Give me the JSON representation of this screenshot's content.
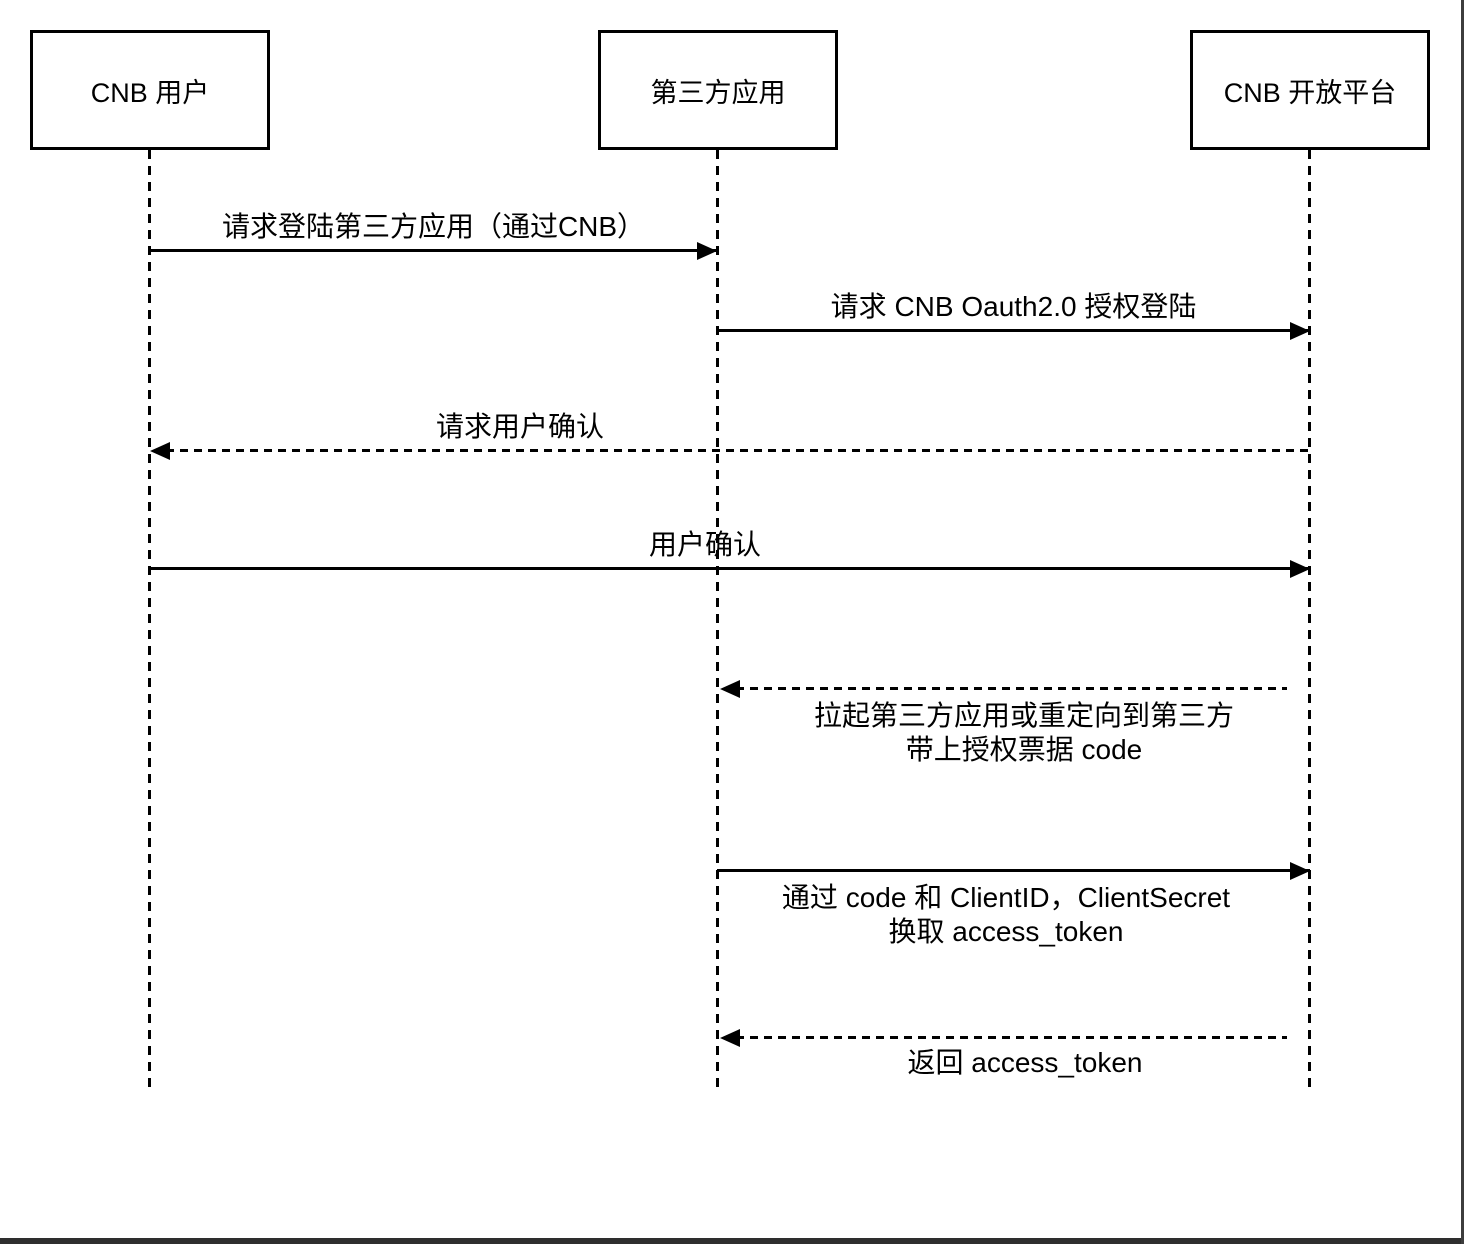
{
  "diagram_title": "CNB OAuth2.0 sequence diagram",
  "actors": [
    {
      "label": "CNB 用户"
    },
    {
      "label": "第三方应用"
    },
    {
      "label": "CNB 开放平台"
    }
  ],
  "messages": [
    {
      "from": "CNB 用户",
      "to": "第三方应用",
      "type": "solid",
      "direction": "right",
      "lines": [
        "请求登陆第三方应用（通过CNB）"
      ]
    },
    {
      "from": "第三方应用",
      "to": "CNB 开放平台",
      "type": "solid",
      "direction": "right",
      "lines": [
        "请求 CNB Oauth2.0 授权登陆"
      ]
    },
    {
      "from": "CNB 开放平台",
      "to": "CNB 用户",
      "type": "dashed",
      "direction": "left",
      "lines": [
        "请求用户确认"
      ]
    },
    {
      "from": "CNB 用户",
      "to": "CNB 开放平台",
      "type": "solid",
      "direction": "right",
      "lines": [
        "用户确认"
      ]
    },
    {
      "from": "CNB 开放平台",
      "to": "第三方应用",
      "type": "dashed",
      "direction": "left",
      "lines": [
        "拉起第三方应用或重定向到第三方",
        "带上授权票据 code"
      ]
    },
    {
      "from": "第三方应用",
      "to": "CNB 开放平台",
      "type": "solid",
      "direction": "right",
      "lines": [
        "通过 code 和 ClientID，ClientSecret",
        "换取 access_token"
      ]
    },
    {
      "from": "CNB 开放平台",
      "to": "第三方应用",
      "type": "dashed",
      "direction": "left",
      "lines": [
        "返回 access_token"
      ]
    }
  ],
  "colors": {
    "line": "#000000",
    "background": "#ffffff",
    "window_edge_bottom": "#2e2e2e",
    "window_edge_right": "#3d3d3d"
  }
}
